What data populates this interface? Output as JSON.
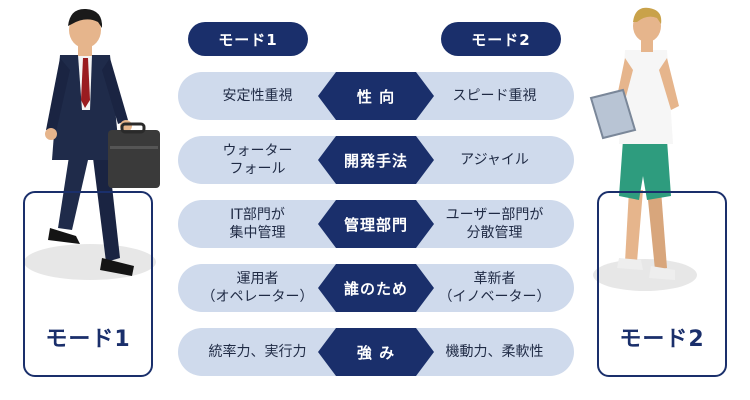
{
  "mode1_label": "モード1",
  "mode2_label": "モード2",
  "rows": [
    {
      "left": "安定性重視",
      "center": "性 向",
      "right": "スピード重視"
    },
    {
      "left": "ウォーター\nフォール",
      "center": "開発手法",
      "right": "アジャイル"
    },
    {
      "left": "IT部門が\n集中管理",
      "center": "管理部門",
      "right": "ユーザー部門が\n分散管理"
    },
    {
      "left": "運用者\n（オペレーター）",
      "center": "誰のため",
      "right": "革新者\n（イノベーター）"
    },
    {
      "left": "統率力、実行力",
      "center": "強 み",
      "right": "機動力、柔軟性"
    }
  ],
  "colors": {
    "navy": "#1a2f6b",
    "light_blue": "#cfdaec"
  }
}
